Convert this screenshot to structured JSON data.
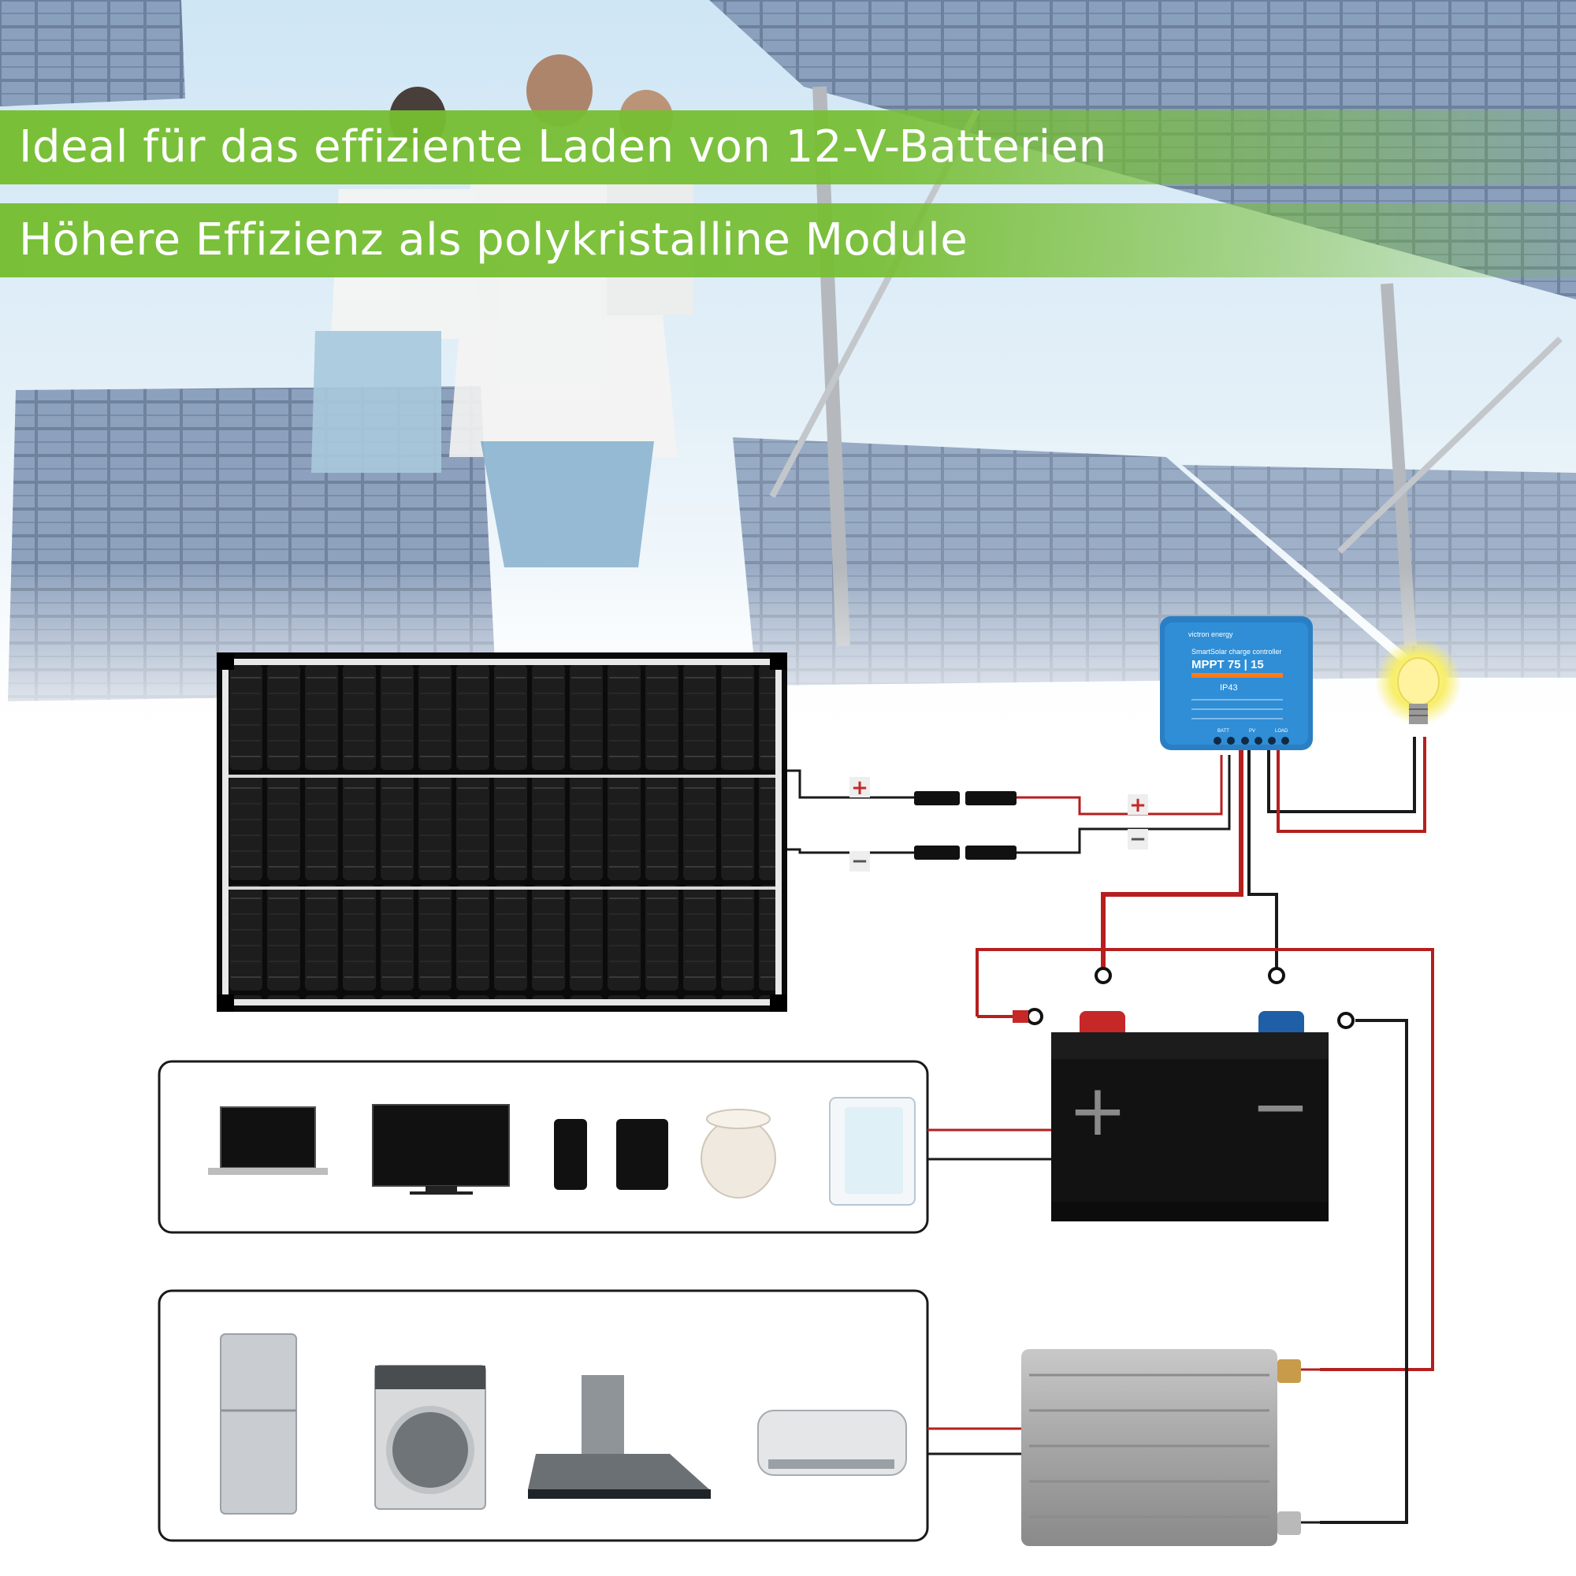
{
  "headline": "Ideal für das effiziente Laden von 12-V-Batterien",
  "subheadline": "Höhere Effizienz als polykristalline Module",
  "controller": {
    "brand": "victron energy",
    "product_line": "SmartSolar charge controller",
    "model": "MPPT 75 | 15",
    "rating": "IP43",
    "terminal_labels": [
      "BATT",
      "PV",
      "LOAD"
    ]
  },
  "wire_signs": {
    "positive": "+",
    "negative": "−"
  },
  "battery_signs": {
    "positive": "+",
    "negative": "−"
  },
  "colors": {
    "banner_green": "#76be32",
    "wire_red": "#b51f1f",
    "wire_black": "#1a1a1a",
    "controller_blue": "#2a7fc4"
  },
  "dc_loads": [
    "laptop-icon",
    "tv-icon",
    "phone-icon",
    "tablet-icon",
    "rice-cooker-icon",
    "mini-fridge-icon"
  ],
  "ac_loads": [
    "refrigerator-icon",
    "washing-machine-icon",
    "range-hood-icon",
    "air-conditioner-icon"
  ]
}
